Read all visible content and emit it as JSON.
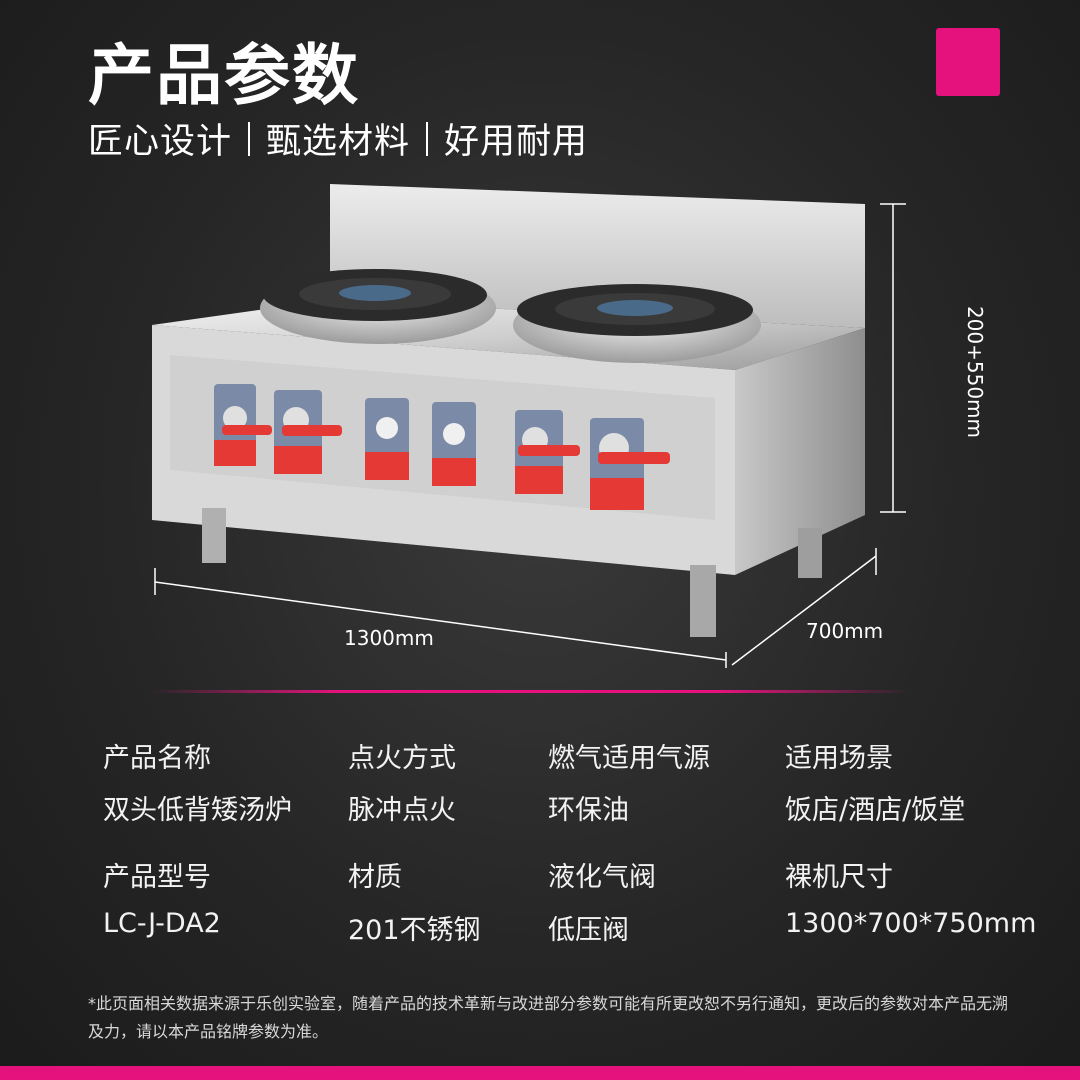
{
  "header": {
    "title": "产品参数",
    "subtitle_parts": [
      "匠心设计",
      "甄选材料",
      "好用耐用"
    ],
    "accent_color": "#e5127d"
  },
  "dimensions": {
    "width_label": "1300mm",
    "depth_label": "700mm",
    "height_label": "200+550mm"
  },
  "specs": {
    "row1": [
      "产品名称",
      "点火方式",
      "燃气适用气源",
      "适用场景"
    ],
    "row2": [
      "双头低背矮汤炉",
      "脉冲点火",
      "环保油",
      "饭店/酒店/饭堂"
    ],
    "row3": [
      "产品型号",
      "材质",
      "液化气阀",
      "裸机尺寸"
    ],
    "row4": [
      "LC-J-DA2",
      "201不锈钢",
      "低压阀",
      "1300*700*750mm"
    ]
  },
  "footnote": "*此页面相关数据来源于乐创实验室，随着产品的技术革新与改进部分参数可能有所更改恕不另行通知，更改后的参数对本产品无溯及力，请以本产品铭牌参数为准。"
}
